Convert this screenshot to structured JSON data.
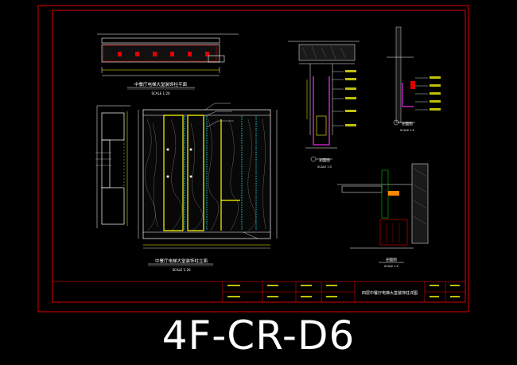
{
  "drawing": {
    "plan_title": "中餐厅电梯大堂装饰柱平面",
    "plan_scale": "SCALE 1:20",
    "elevation_title": "中餐厅电梯大堂装饰柱立面",
    "elevation_scale": "SCALE 1:20",
    "section_a_title": "剖面图",
    "section_a_scale": "SCALE 1:5",
    "section_b_title": "剖面图",
    "section_b_scale": "SCALE 1:5",
    "section_c_title": "剖面图",
    "section_c_scale": "SCALE 1:5",
    "sheet_title": "四层中餐厅电梯大堂装饰柱详图",
    "drawing_code": "4F-CR-D6"
  },
  "colors": {
    "frame": "#e00000",
    "line": "#ffffff",
    "accent": "#ffff00",
    "magenta": "#c020c0",
    "cyan": "#00c8c8",
    "green": "#00c000",
    "orange": "#ff8800"
  }
}
